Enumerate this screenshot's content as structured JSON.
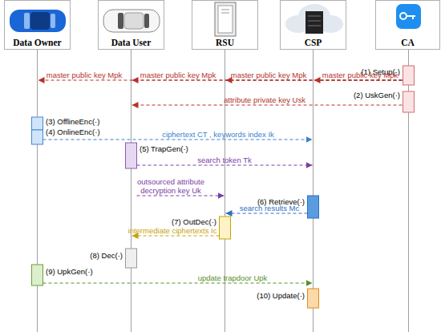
{
  "diagram": {
    "nodes": [
      {
        "text": [
          "Data Owner"
        ]
      },
      {
        "text": [
          "Data User"
        ]
      },
      {
        "text": [
          "RSU"
        ]
      },
      {
        "text": [
          "CSP"
        ]
      },
      {
        "text": [
          "CA"
        ]
      }
    ],
    "edges": [
      {
        "from": 4,
        "to": 0,
        "arrow": "to",
        "label": "master public key Mpk"
      },
      {
        "from": 4,
        "to": 1,
        "arrow": "to",
        "label": "master public key Mpk"
      },
      {
        "from": 4,
        "to": 2,
        "arrow": "to",
        "label": "master public key Mpk"
      },
      {
        "from": 4,
        "to": 3,
        "arrow": "to",
        "label": "master public key Mpk"
      },
      {
        "from": 4,
        "to": 1,
        "arrow": "to",
        "label": "attribute private key Usk"
      },
      {
        "from": 0,
        "to": 3,
        "arrow": "to",
        "label": "ciphertext CT , keywords index Ik"
      },
      {
        "from": 1,
        "to": 3,
        "arrow": "to",
        "label": "search token Tk"
      },
      {
        "from": 1,
        "to": 2,
        "arrow": "to",
        "label": "outsourced attribute decryption key Uk"
      },
      {
        "from": 3,
        "to": 2,
        "arrow": "to",
        "label": "search results Mc"
      },
      {
        "from": 2,
        "to": 1,
        "arrow": "to",
        "label": "intermediate ciphertexts Ic"
      },
      {
        "from": 0,
        "to": 3,
        "arrow": "to",
        "label": "update trapdoor Upk"
      }
    ],
    "labels": [
      "(1) Setup(·)",
      "(2) UskGen(·)",
      "(3) OfflineEnc(·)",
      "(4) OnlineEnc(·)",
      "(5) TrapGen(·)",
      "(6) Retrieve(·)",
      "(7) OutDec(·)",
      "(8) Dec(·)",
      "(9) UpkGen(·)",
      "(10) Update(·)"
    ]
  }
}
